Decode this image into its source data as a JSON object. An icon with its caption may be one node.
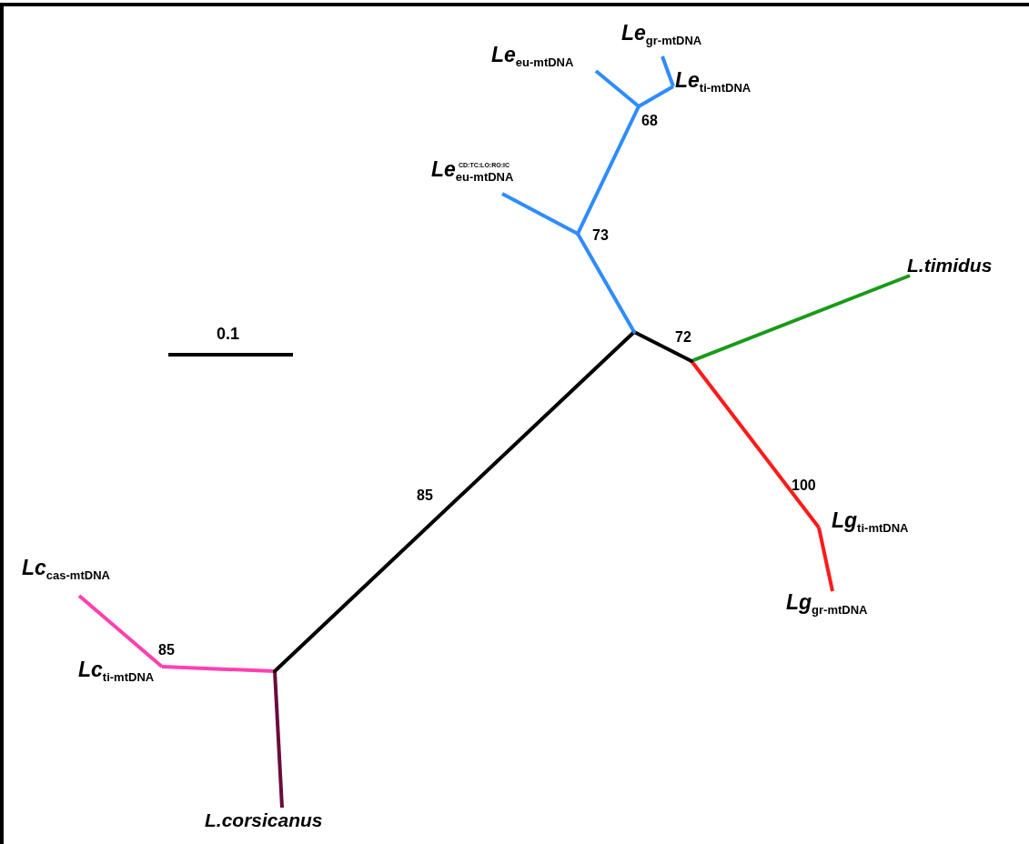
{
  "diagram": {
    "nodes": [
      {
        "text": [
          "*Le*$_{gr-mtDNA}$"
        ]
      },
      {
        "text": [
          "*Le*$_{eu-mtDNA}$"
        ]
      },
      {
        "text": [
          "*Le*$_{ti-mtDNA}$"
        ]
      },
      {
        "text": [],
        "shape": "point",
        "beside": [
          "68"
        ]
      },
      {
        "text": [
          "*Le*$^{CD:TC:LO:RO:IC}$$_{eu-mtDNA}$"
        ]
      },
      {
        "text": [],
        "shape": "point",
        "beside": [
          "73"
        ]
      },
      {
        "text": [
          "L.timidus"
        ]
      },
      {
        "text": [],
        "shape": "point"
      },
      {
        "text": [],
        "shape": "point",
        "beside": [
          "72"
        ]
      },
      {
        "text": [
          "*Lg*$_{ti-mtDNA}$"
        ],
        "beside": [
          "100"
        ]
      },
      {
        "text": [
          "*Lg*$_{gr-mtDNA}$"
        ]
      },
      {
        "text": [
          "*Lc*$_{cas-mtDNA}$"
        ]
      },
      {
        "text": [
          "*Lc*$_{ti-mtDNA}$"
        ],
        "beside": [
          "85"
        ]
      },
      {
        "text": [],
        "shape": "point"
      },
      {
        "text": [
          "L.corsicanus"
        ]
      }
    ],
    "edges": [
      {
        "from": 3,
        "to": 1,
        "arrow": "none"
      },
      {
        "from": 3,
        "to": 2,
        "arrow": "none"
      },
      {
        "from": 2,
        "to": 0,
        "arrow": "none"
      },
      {
        "from": 5,
        "to": 3,
        "arrow": "none"
      },
      {
        "from": 5,
        "to": 4,
        "arrow": "none"
      },
      {
        "from": 7,
        "to": 5,
        "arrow": "none"
      },
      {
        "from": 7,
        "to": 8,
        "arrow": "none",
        "color": "#000000"
      },
      {
        "from": 8,
        "to": 6,
        "arrow": "none",
        "color": "#1a9a1a"
      },
      {
        "from": 8,
        "to": 9,
        "arrow": "none",
        "color": "#ff1a1a"
      },
      {
        "from": 9,
        "to": 10,
        "arrow": "none",
        "color": "#ff1a1a"
      },
      {
        "from": 7,
        "to": 13,
        "label": "85",
        "arrow": "none",
        "color": "#000000"
      },
      {
        "from": 13,
        "to": 12,
        "arrow": "none",
        "color": "#ff40b0"
      },
      {
        "from": 12,
        "to": 11,
        "arrow": "none",
        "color": "#ff40b0"
      },
      {
        "from": 13,
        "to": 14,
        "arrow": "none",
        "color": "#6b0b3c"
      }
    ],
    "labels": [
      "0.1"
    ]
  }
}
